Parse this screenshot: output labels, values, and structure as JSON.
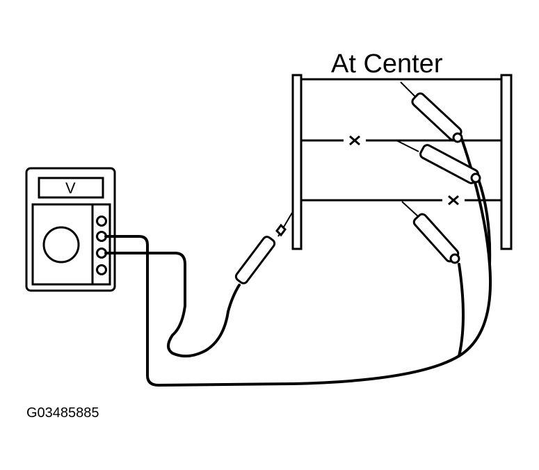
{
  "diagram": {
    "title": "At Center",
    "meter_display": "V",
    "figure_code": "G03485885",
    "open_circuit_mark": "×"
  },
  "colors": {
    "ink": "#000000",
    "background": "#ffffff"
  }
}
